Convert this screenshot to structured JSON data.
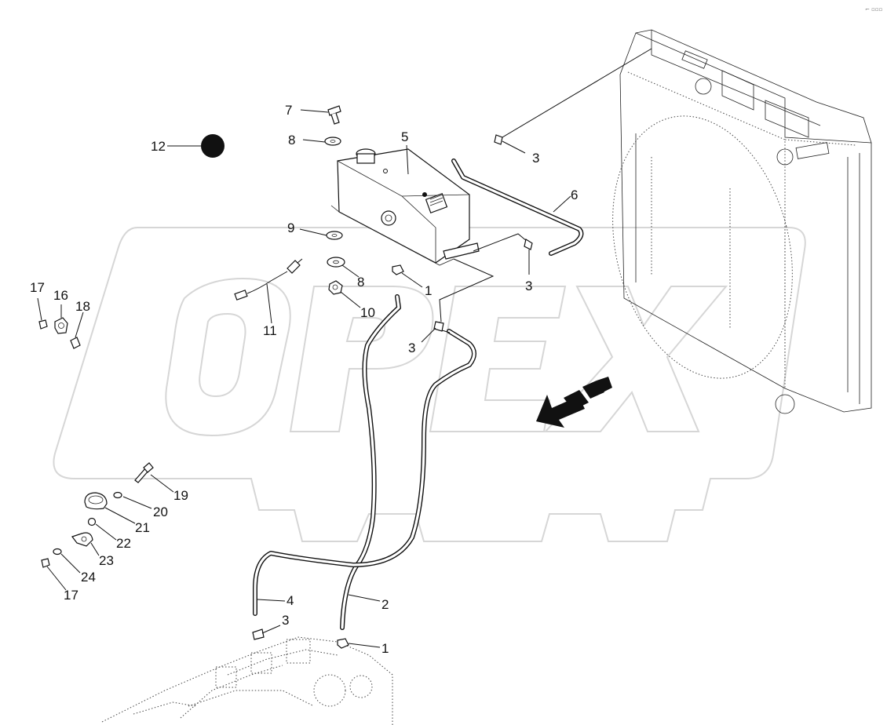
{
  "watermark": {
    "text": "OPEX"
  },
  "corner_mark": "⌐ ▫▫▫",
  "callouts": [
    {
      "id": "c7",
      "text": "7"
    },
    {
      "id": "c8a",
      "text": "8"
    },
    {
      "id": "c5",
      "text": "5"
    },
    {
      "id": "c12",
      "text": "12"
    },
    {
      "id": "c3a",
      "text": "3"
    },
    {
      "id": "c6",
      "text": "6"
    },
    {
      "id": "c9",
      "text": "9"
    },
    {
      "id": "c3b",
      "text": "3"
    },
    {
      "id": "c17a",
      "text": "17"
    },
    {
      "id": "c16",
      "text": "16"
    },
    {
      "id": "c18",
      "text": "18"
    },
    {
      "id": "c8b",
      "text": "8"
    },
    {
      "id": "c1a",
      "text": "1"
    },
    {
      "id": "c10",
      "text": "10"
    },
    {
      "id": "c11",
      "text": "11"
    },
    {
      "id": "c3c",
      "text": "3"
    },
    {
      "id": "c19",
      "text": "19"
    },
    {
      "id": "c20",
      "text": "20"
    },
    {
      "id": "c21",
      "text": "21"
    },
    {
      "id": "c22",
      "text": "22"
    },
    {
      "id": "c23",
      "text": "23"
    },
    {
      "id": "c24",
      "text": "24"
    },
    {
      "id": "c17b",
      "text": "17"
    },
    {
      "id": "c4",
      "text": "4"
    },
    {
      "id": "c2",
      "text": "2"
    },
    {
      "id": "c3d",
      "text": "3"
    },
    {
      "id": "c1b",
      "text": "1"
    }
  ]
}
